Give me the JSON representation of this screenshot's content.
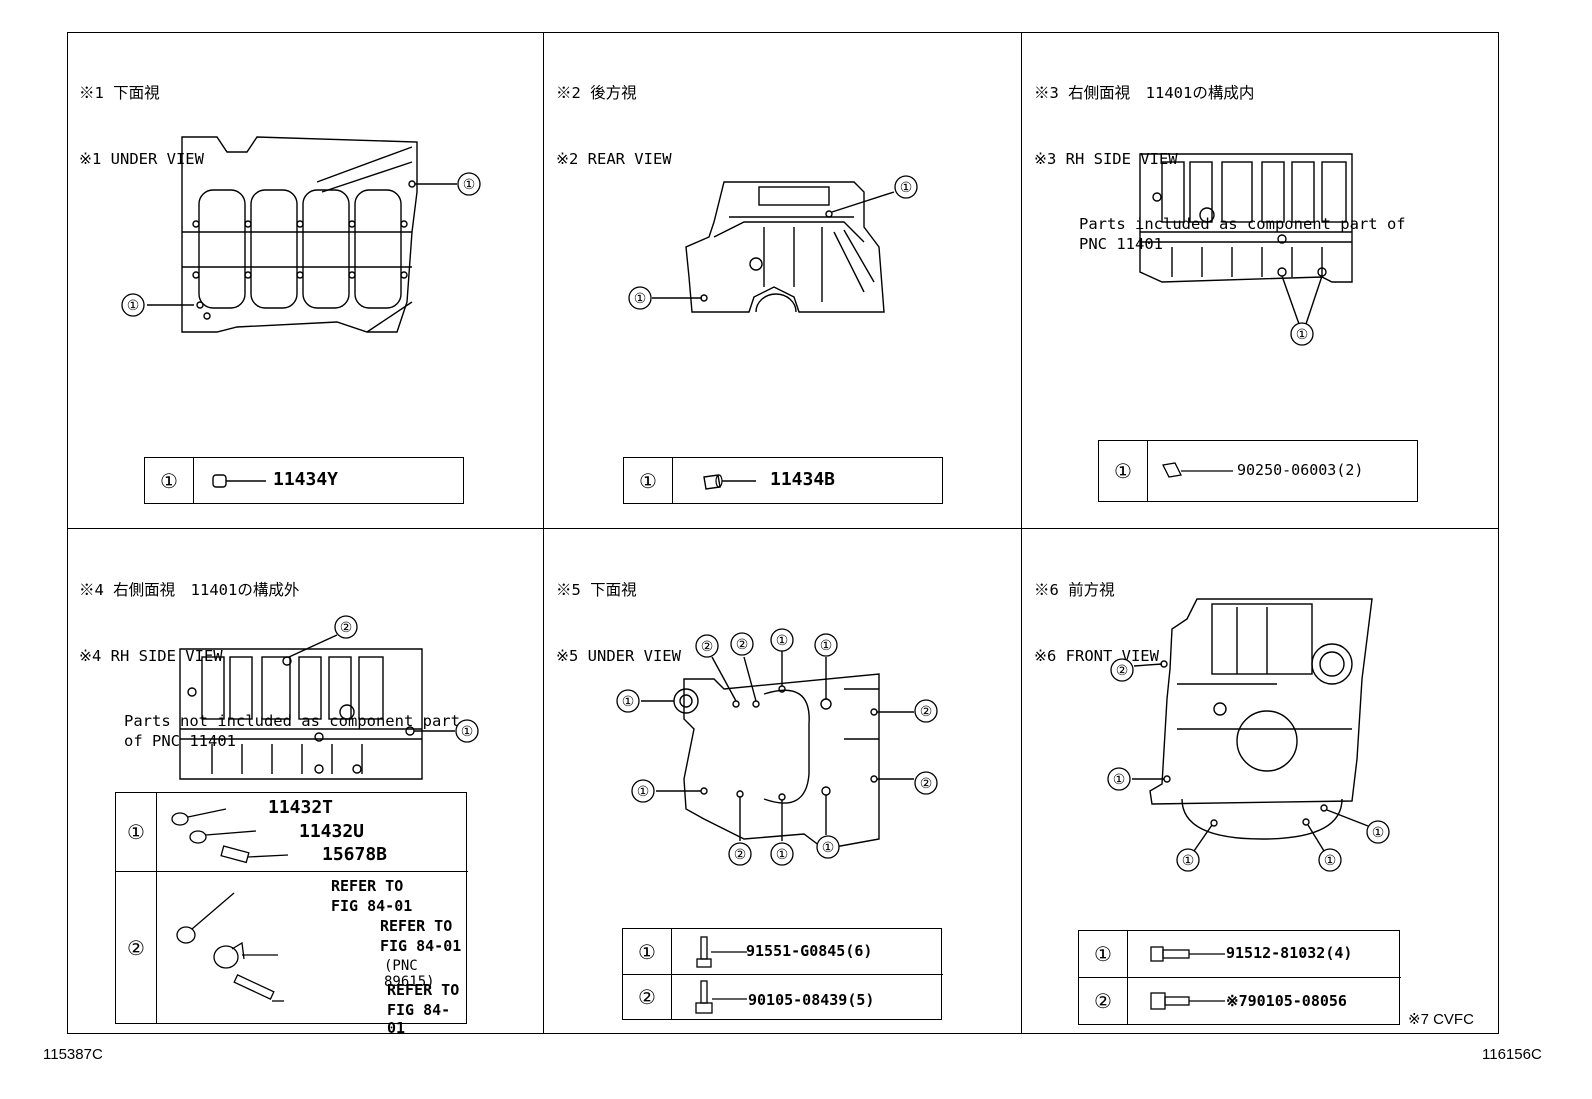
{
  "panels": [
    {
      "id": "p1",
      "title_jp": "※1 下面視",
      "title_en": "※1 UNDER VIEW",
      "note": "",
      "table": [
        {
          "num": "①",
          "part": "11434Y"
        }
      ]
    },
    {
      "id": "p2",
      "title_jp": "※2 後方視",
      "title_en": "※2 REAR VIEW",
      "note": "",
      "table": [
        {
          "num": "①",
          "part": "11434B"
        }
      ]
    },
    {
      "id": "p3",
      "title_jp": "※3 右側面視　11401の構成内",
      "title_en": "※3 RH SIDE VIEW",
      "note": "Parts included as component part of\nPNC 11401",
      "table": [
        {
          "num": "①",
          "part": "90250-06003(2)"
        }
      ]
    },
    {
      "id": "p4",
      "title_jp": "※4 右側面視　11401の構成外",
      "title_en": "※4 RH SIDE VIEW",
      "note": "Parts not included as component part\nof PNC 11401",
      "table": [
        {
          "num": "①",
          "parts": [
            "11432T",
            "11432U",
            "15678B"
          ]
        },
        {
          "num": "②",
          "refs": [
            "REFER TO",
            "FIG 84-01",
            "REFER TO",
            "FIG 84-01",
            "(PNC 89615)",
            "REFER TO",
            "FIG 84-01"
          ]
        }
      ]
    },
    {
      "id": "p5",
      "title_jp": "※5 下面視",
      "title_en": "※5 UNDER VIEW",
      "note": "",
      "table": [
        {
          "num": "①",
          "part": "91551-G0845(6)"
        },
        {
          "num": "②",
          "part": "90105-08439(5)"
        }
      ]
    },
    {
      "id": "p6",
      "title_jp": "※6 前方視",
      "title_en": "※6 FRONT VIEW",
      "note": "",
      "table": [
        {
          "num": "①",
          "part": "91512-81032(4)"
        },
        {
          "num": "②",
          "part": "※790105-08056"
        }
      ]
    }
  ],
  "callouts": {
    "one": "①",
    "two": "②"
  },
  "footnote": "※7 CVFC",
  "figure_left_id": "115387C",
  "figure_right_id": "116156C"
}
